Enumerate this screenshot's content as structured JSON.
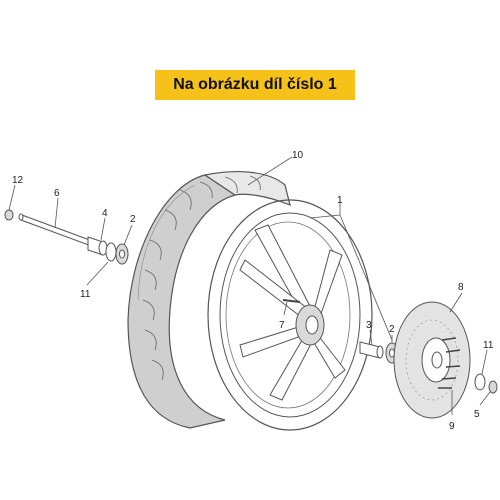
{
  "banner": {
    "text": "Na obrázku díl číslo 1"
  },
  "callouts": [
    {
      "id": "c1",
      "text": "1"
    },
    {
      "id": "c2a",
      "text": "2"
    },
    {
      "id": "c2b",
      "text": "2"
    },
    {
      "id": "c3",
      "text": "3"
    },
    {
      "id": "c4",
      "text": "4"
    },
    {
      "id": "c5",
      "text": "5"
    },
    {
      "id": "c6",
      "text": "6"
    },
    {
      "id": "c7",
      "text": "7"
    },
    {
      "id": "c8",
      "text": "8"
    },
    {
      "id": "c9",
      "text": "9"
    },
    {
      "id": "c10",
      "text": "10"
    },
    {
      "id": "c11a",
      "text": "11"
    },
    {
      "id": "c11b",
      "text": "11"
    },
    {
      "id": "c12",
      "text": "12"
    }
  ]
}
